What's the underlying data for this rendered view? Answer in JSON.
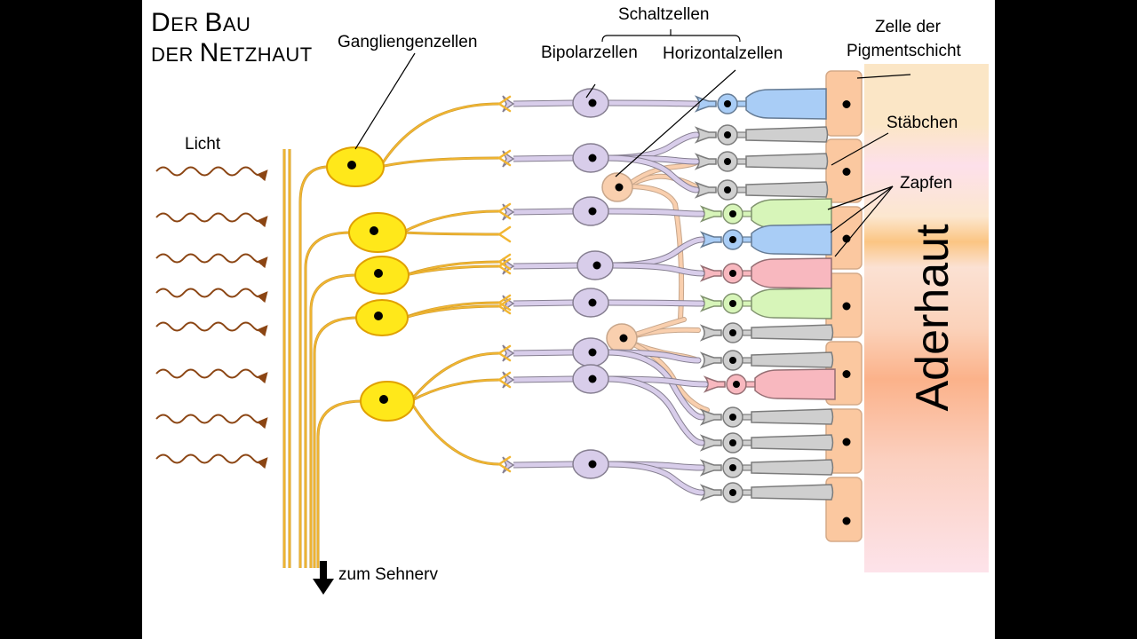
{
  "title": {
    "line1_caps": [
      "D",
      "B"
    ],
    "line1_rest": [
      "ER",
      "AU"
    ],
    "line2_parts": [
      "DER",
      "N",
      "ETZHAUT"
    ]
  },
  "labels": {
    "ganglion": "Gangliengenzellen",
    "interneurons": "Schaltzellen",
    "bipolar": "Bipolarzellen",
    "horizontal": "Horizontalzellen",
    "pigment_line1": "Zelle der",
    "pigment_line2": "Pigmentschicht",
    "rods": "Stäbchen",
    "cones": "Zapfen",
    "light": "Licht",
    "optic_nerve": "zum Sehnerv",
    "choroid": "Aderhaut"
  },
  "colors": {
    "ganglion_cell": "#ffe81a",
    "axon": "#f2b632",
    "bipolar_cell": "#d8cdea",
    "horizontal_cell": "#f9cfae",
    "rod": "#cfcfcf",
    "cone_blue": "#a9cdf6",
    "cone_green": "#d7f5b9",
    "cone_red": "#f8b8bf",
    "pigment_cell": "#fbc8a0",
    "light_arrow": "#8b4513",
    "choroid_light": "#fbe3c1",
    "choroid_strong": "#fbb48f"
  },
  "photoreceptors": [
    "cone_blue",
    "rod",
    "rod",
    "rod",
    "cone_green",
    "cone_blue",
    "cone_red",
    "cone_green",
    "rod",
    "rod",
    "cone_red",
    "rod",
    "rod",
    "rod",
    "rod"
  ],
  "icons": [
    "light-wave-arrow-icon",
    "down-arrow-icon"
  ]
}
